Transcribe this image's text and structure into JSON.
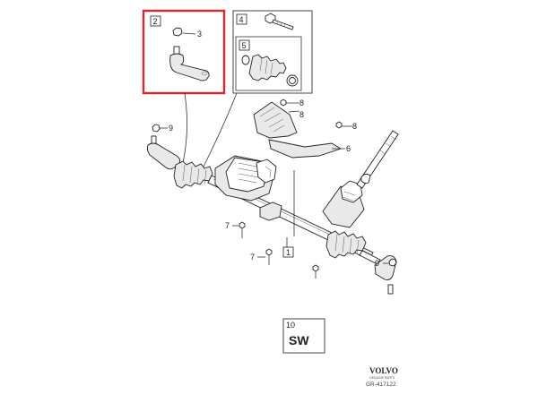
{
  "callouts": {
    "c1": "1",
    "c2": "2",
    "c3": "3",
    "c4": "4",
    "c5": "5",
    "c6": "6",
    "c7a": "7",
    "c7b": "7",
    "c8a": "8",
    "c8b": "8",
    "c8c": "8",
    "c9a": "9",
    "c9b": "9",
    "c10": "10"
  },
  "sw_label": "SW",
  "brand": {
    "name": "VOLVO",
    "tagline": "GENUINE PARTS",
    "drawing_id": "GR-417122"
  },
  "highlight_color": "#e0262b"
}
